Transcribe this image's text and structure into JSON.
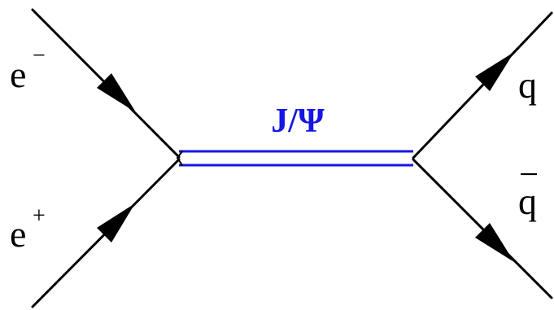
{
  "particles": {
    "electron": {
      "base": "e",
      "sup": "−"
    },
    "positron": {
      "base": "e",
      "sup": "+"
    },
    "quark": {
      "base": "q"
    },
    "antiquark": {
      "base": "q"
    }
  },
  "mediator": {
    "label": "J/Ψ",
    "color": "#1515e6"
  },
  "icons": [
    "fermion-arrow-icon"
  ]
}
